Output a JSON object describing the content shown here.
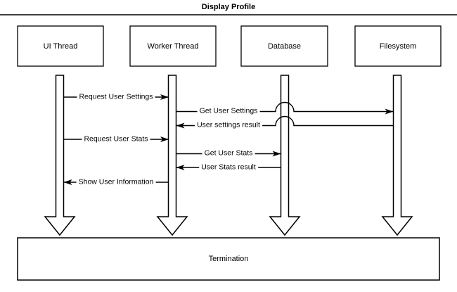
{
  "title": "Display Profile",
  "actors": [
    {
      "label": "UI Thread"
    },
    {
      "label": "Worker Thread"
    },
    {
      "label": "Database"
    },
    {
      "label": "Filesystem"
    }
  ],
  "messages": [
    {
      "label": "Request User Settings",
      "from": "UI Thread",
      "to": "Worker Thread",
      "direction": "right"
    },
    {
      "label": "Get User Settings",
      "from": "Worker Thread",
      "to": "Filesystem",
      "direction": "right",
      "hops_over": "Database"
    },
    {
      "label": "User settings result",
      "from": "Filesystem",
      "to": "Worker Thread",
      "direction": "left",
      "hops_over": "Database"
    },
    {
      "label": "Request User Stats",
      "from": "UI Thread",
      "to": "Worker Thread",
      "direction": "right"
    },
    {
      "label": "Get User Stats",
      "from": "Worker Thread",
      "to": "Database",
      "direction": "right"
    },
    {
      "label": "User Stats result",
      "from": "Database",
      "to": "Worker Thread",
      "direction": "left"
    },
    {
      "label": "Show User Information",
      "from": "Worker Thread",
      "to": "UI Thread",
      "direction": "left"
    }
  ],
  "termination": {
    "label": "Termination"
  },
  "colors": {
    "stroke": "#000000",
    "background": "#ffffff"
  }
}
